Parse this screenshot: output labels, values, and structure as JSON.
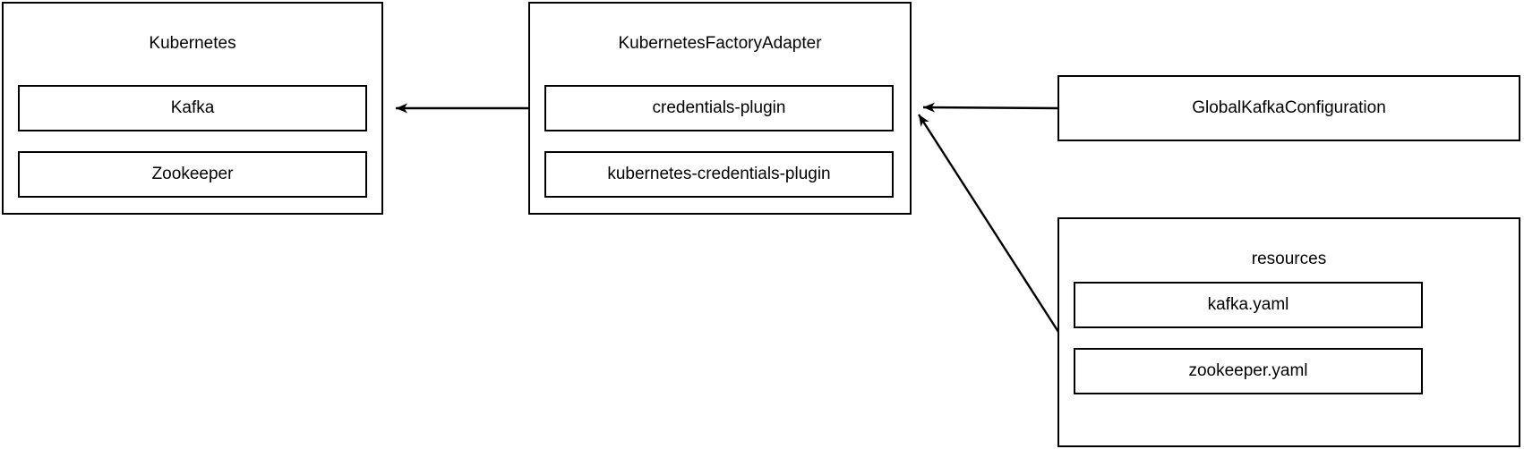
{
  "diagram": {
    "type": "block-diagram",
    "background": "#ffffff",
    "stroke_color": "#000000",
    "text_color": "#000000",
    "nodes": [
      {
        "id": "kubernetes",
        "label": "Kubernetes",
        "children": [
          {
            "id": "kafka",
            "label": "Kafka"
          },
          {
            "id": "zookeeper",
            "label": "Zookeeper"
          }
        ]
      },
      {
        "id": "kubernetes-factory-adapter",
        "label": "KubernetesFactoryAdapter",
        "children": [
          {
            "id": "credentials-plugin",
            "label": "credentials-plugin"
          },
          {
            "id": "kubernetes-credentials-plugin",
            "label": "kubernetes-credentials-plugin"
          }
        ]
      },
      {
        "id": "global-kafka-configuration",
        "label": "GlobalKafkaConfiguration",
        "children": []
      },
      {
        "id": "resources",
        "label": "resources",
        "children": [
          {
            "id": "kafka-yaml",
            "label": "kafka.yaml"
          },
          {
            "id": "zookeeper-yaml",
            "label": "zookeeper.yaml"
          }
        ]
      }
    ],
    "edges": [
      {
        "id": "edge-adapter-to-kubernetes",
        "from": "kubernetes-factory-adapter",
        "to": "kubernetes",
        "arrow": "single",
        "style": "solid"
      },
      {
        "id": "edge-config-to-adapter",
        "from": "global-kafka-configuration",
        "to": "kubernetes-factory-adapter",
        "arrow": "single",
        "style": "solid"
      },
      {
        "id": "edge-resources-to-adapter",
        "from": "resources",
        "to": "kubernetes-factory-adapter",
        "arrow": "single",
        "style": "solid"
      }
    ]
  }
}
